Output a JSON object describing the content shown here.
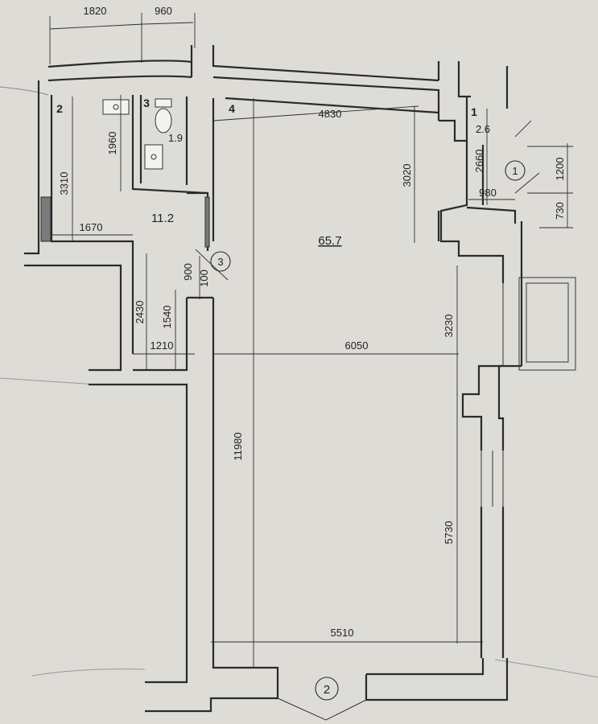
{
  "dimensions": {
    "top_left": "1820",
    "top_right": "960",
    "room2_height": "3310",
    "wc_height": "1960",
    "room2_width": "1670",
    "room4_top": "4830",
    "room4_upper": "3020",
    "room1_height": "2660",
    "room1_width": "980",
    "ext_upper": "1200",
    "ext_lower": "730",
    "door_900": "900",
    "door_100": "100",
    "corridor_height": "2430",
    "corridor_inner": "1540",
    "corridor_width": "1210",
    "room4_middle": "6050",
    "room4_right_mid": "3230",
    "room4_height": "11980",
    "room4_right_low": "5730",
    "room4_bottom": "5510"
  },
  "rooms": {
    "r1_num": "1",
    "r1_area": "2.6",
    "r2_num": "2",
    "r3_num": "3",
    "r3_area": "1.9",
    "r4_num": "4",
    "r4_area": "65.7",
    "corridor_area": "11.2"
  },
  "markers": {
    "m1": "1",
    "m2": "2",
    "m3": "3"
  }
}
